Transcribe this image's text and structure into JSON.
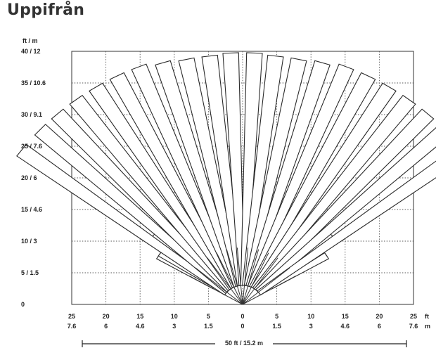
{
  "title": "Uppifrån",
  "y_axis": {
    "unit_label": "ft / m",
    "ticks": [
      "0",
      "5 / 1.5",
      "10 / 3",
      "15 / 4.6",
      "20 / 6",
      "25 / 7.6",
      "30 / 9.1",
      "35 / 10.6",
      "40 / 12"
    ]
  },
  "x_axis": {
    "ticks_ft": [
      "25",
      "20",
      "15",
      "10",
      "5",
      "0",
      "5",
      "10",
      "15",
      "20",
      "25"
    ],
    "ticks_m": [
      "7.6",
      "6",
      "4.6",
      "3",
      "1.5",
      "0",
      "1.5",
      "3",
      "4.6",
      "6",
      "7.6"
    ],
    "unit_ft": "ft",
    "unit_m": "m"
  },
  "width_label": "50 ft / 15.2 m"
}
